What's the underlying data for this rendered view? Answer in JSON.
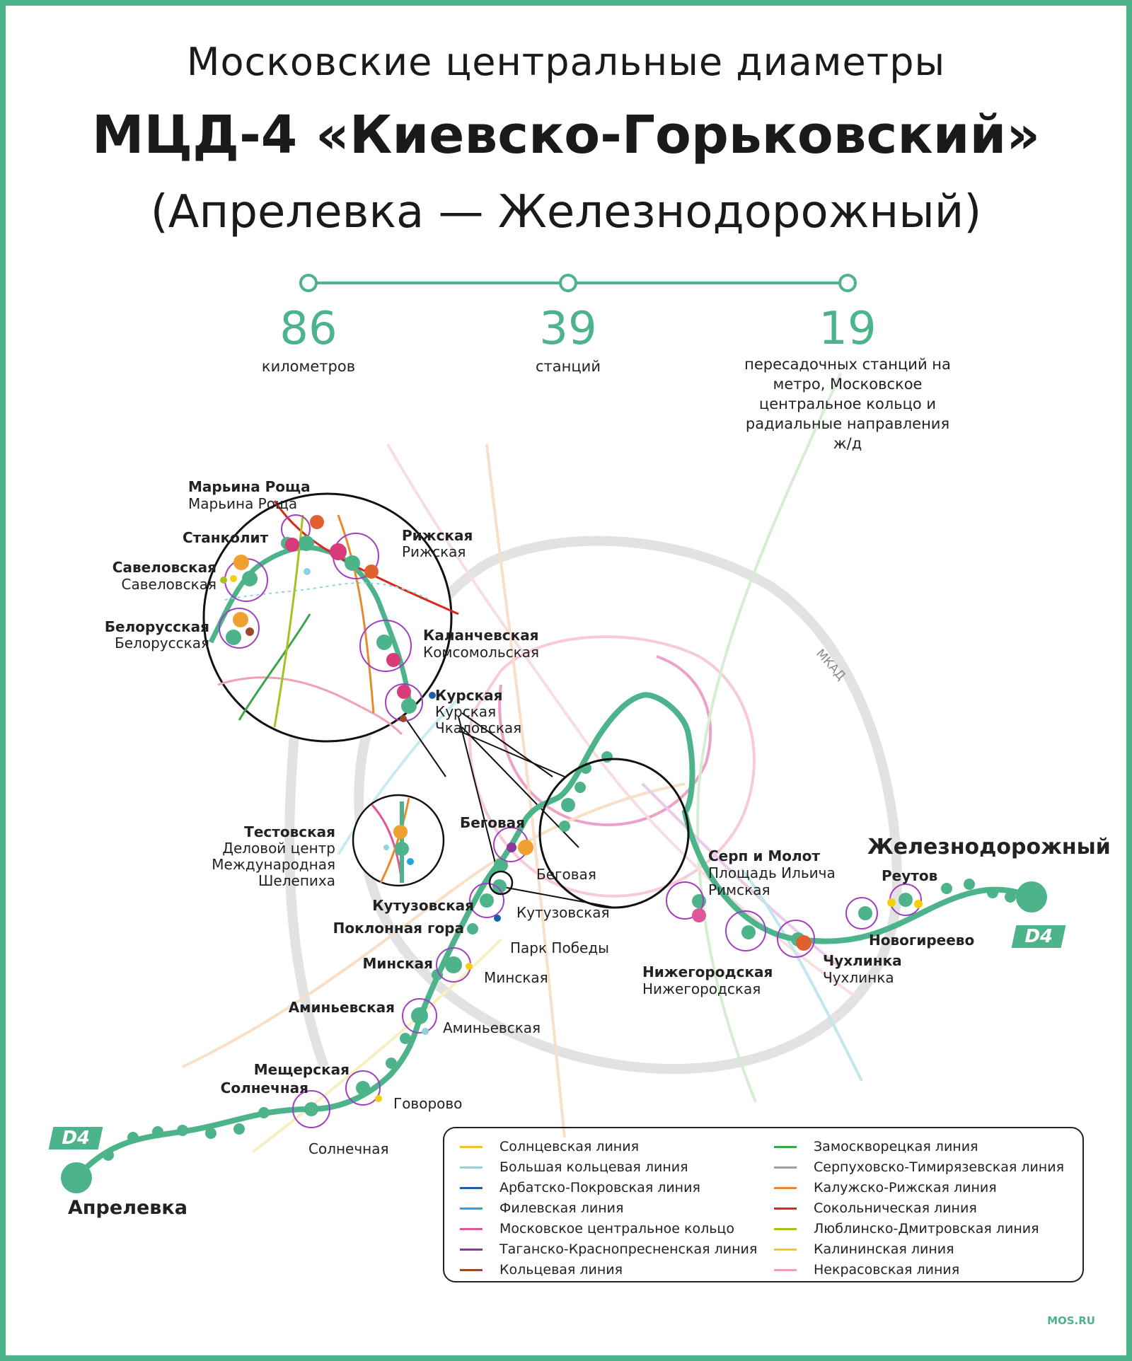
{
  "header": {
    "title_line1": "Московские центральные диаметры",
    "title_line2": "МЦД-4 «Киевско-Горьковский»",
    "title_line3": "(Апрелевка — Железнодорожный)"
  },
  "stats": [
    {
      "value": "86",
      "label": "километров"
    },
    {
      "value": "39",
      "label": "станций"
    },
    {
      "value": "19",
      "label": "пересадочных станций на метро, Московское центральное кольцо и радиальные направления ж/д"
    }
  ],
  "map": {
    "mkad_label": "МКАД",
    "line_badge": "D4",
    "terminal_west": "Апрелевка",
    "terminal_east": "Железнодорожный",
    "stations": {
      "marina_roshcha": {
        "name": "Марьина Роща",
        "transfer": "Марьина Роща"
      },
      "stankolit": {
        "name": "Станколит"
      },
      "rizhskaya": {
        "name": "Рижская",
        "transfer": "Рижская"
      },
      "savelovskaya": {
        "name": "Савеловская",
        "transfer": "Савеловская"
      },
      "belorusskaya": {
        "name": "Белорусская",
        "transfer": "Белорусская"
      },
      "kalanchevskaya": {
        "name": "Каланчевская",
        "transfer": "Комсомольская"
      },
      "kurskaya": {
        "name": "Курская",
        "transfer": "Курская",
        "transfer2": "Чкаловская"
      },
      "testovskaya": {
        "name": "Тестовская",
        "transfer": "Деловой центр",
        "transfer2": "Международная",
        "transfer3": "Шелепиха"
      },
      "begovaya": {
        "name": "Беговая",
        "transfer": "Беговая"
      },
      "kutuzovskaya": {
        "name": "Кутузовская",
        "transfer": "Кутузовская"
      },
      "poklonnaya": {
        "name": "Поклонная гора",
        "transfer": "Парк Победы"
      },
      "minskaya": {
        "name": "Минская",
        "transfer": "Минская"
      },
      "aminyevskaya": {
        "name": "Аминьевская",
        "transfer": "Аминьевская"
      },
      "meshcherskaya": {
        "name": "Мещерская",
        "transfer": "Говорово"
      },
      "solnechnaya": {
        "name": "Солнечная",
        "transfer": "Солнечная"
      },
      "serp_i_molot": {
        "name": "Серп и Молот",
        "transfer": "Площадь Ильича",
        "transfer2": "Римская"
      },
      "nizhegorodskaya": {
        "name": "Нижегородская",
        "transfer": "Нижегородская"
      },
      "chukhlinka": {
        "name": "Чухлинка",
        "transfer": "Чухлинка"
      },
      "reutov": {
        "name": "Реутов"
      },
      "novogireevo": {
        "name": "Новогиреево"
      }
    }
  },
  "legend": {
    "left": [
      {
        "label": "Солнцевская линия",
        "color": "#f2c230"
      },
      {
        "label": "Большая кольцевая линия",
        "color": "#8fd3e0"
      },
      {
        "label": "Арбатско-Покровская линия",
        "color": "#1b5fa8"
      },
      {
        "label": "Филевская линия",
        "color": "#21a6e0"
      },
      {
        "label": "Московское центральное кольцо",
        "color": "#e0569a"
      },
      {
        "label": "Таганско-Краснопресненская линия",
        "color": "#8a3a9a"
      },
      {
        "label": "Кольцевая линия",
        "color": "#9a4a2a"
      }
    ],
    "right": [
      {
        "label": "Замоскворецкая линия",
        "color": "#3aa64a"
      },
      {
        "label": "Серпуховско-Тимирязевская линия",
        "color": "#a0a0a0"
      },
      {
        "label": "Калужско-Рижская линия",
        "color": "#e88a2a"
      },
      {
        "label": "Сокольническая линия",
        "color": "#d8281e"
      },
      {
        "label": "Люблинско-Дмитровская линия",
        "color": "#a8c020"
      },
      {
        "label": "Калининская линия",
        "color": "#f2d010"
      },
      {
        "label": "Некрасовская линия",
        "color": "#f0a0b8"
      }
    ]
  },
  "footer": {
    "brand": "MOS.RU"
  },
  "colors": {
    "accent": "#4db38a",
    "transfer_ring": "#a040c0"
  }
}
